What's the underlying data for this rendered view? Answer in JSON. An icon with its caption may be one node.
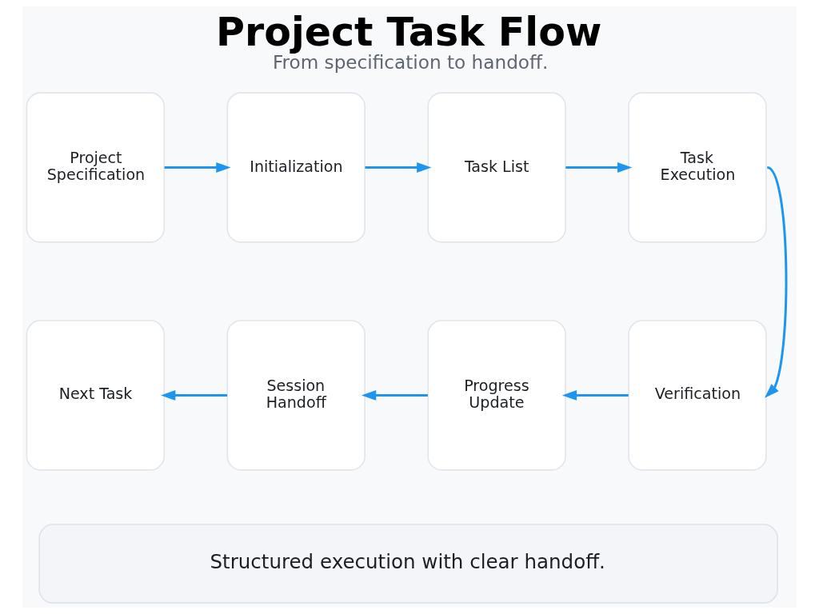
{
  "diagram": {
    "title": "Project Task Flow",
    "caption": "From specification to handoff.",
    "nodes": [
      {
        "text": [
          "Project Specification"
        ]
      },
      {
        "text": [
          "Initialization"
        ]
      },
      {
        "text": [
          "Task List"
        ]
      },
      {
        "text": [
          "Task Execution"
        ]
      },
      {
        "text": [
          "Verification"
        ]
      },
      {
        "text": [
          "Progress Update"
        ]
      },
      {
        "text": [
          "Session Handoff"
        ]
      },
      {
        "text": [
          "Next Task"
        ]
      },
      {
        "text": [
          "Structured execution with clear handoff."
        ]
      }
    ],
    "edges": [
      {
        "from": 0,
        "to": 1,
        "arrow": "to"
      },
      {
        "from": 1,
        "to": 2,
        "arrow": "to"
      },
      {
        "from": 2,
        "to": 3,
        "arrow": "to"
      },
      {
        "from": 3,
        "to": 4,
        "arrow": "to"
      },
      {
        "from": 4,
        "to": 5,
        "arrow": "to"
      },
      {
        "from": 5,
        "to": 6,
        "arrow": "to"
      },
      {
        "from": 6,
        "to": 7,
        "arrow": "to"
      }
    ]
  }
}
